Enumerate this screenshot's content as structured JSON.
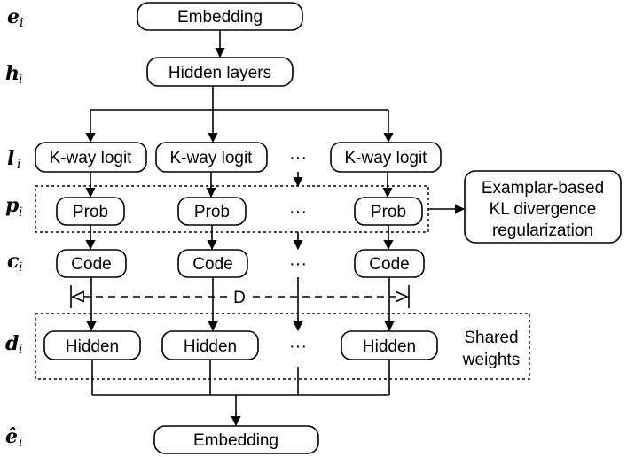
{
  "rows": {
    "e": {
      "symbol": "e",
      "subscript": "i"
    },
    "h": {
      "symbol": "h",
      "subscript": "i"
    },
    "l": {
      "symbol": "l",
      "subscript": "i"
    },
    "p": {
      "symbol": "p",
      "subscript": "i"
    },
    "c": {
      "symbol": "c",
      "subscript": "i"
    },
    "d": {
      "symbol": "d",
      "subscript": "i"
    },
    "ehat": {
      "symbol": "ê",
      "subscript": "i"
    }
  },
  "nodes": {
    "embedding_top": "Embedding",
    "hidden_layers": "Hidden layers",
    "logit": "K-way logit",
    "prob": "Prob",
    "code": "Code",
    "hidden": "Hidden",
    "embedding_bottom": "Embedding",
    "kl_line1": "Examplar-based",
    "kl_line2": "KL divergence",
    "kl_line3": "regularization",
    "shared_line1": "Shared",
    "shared_line2": "weights",
    "distance_label": "D",
    "ellipsis": "···"
  }
}
